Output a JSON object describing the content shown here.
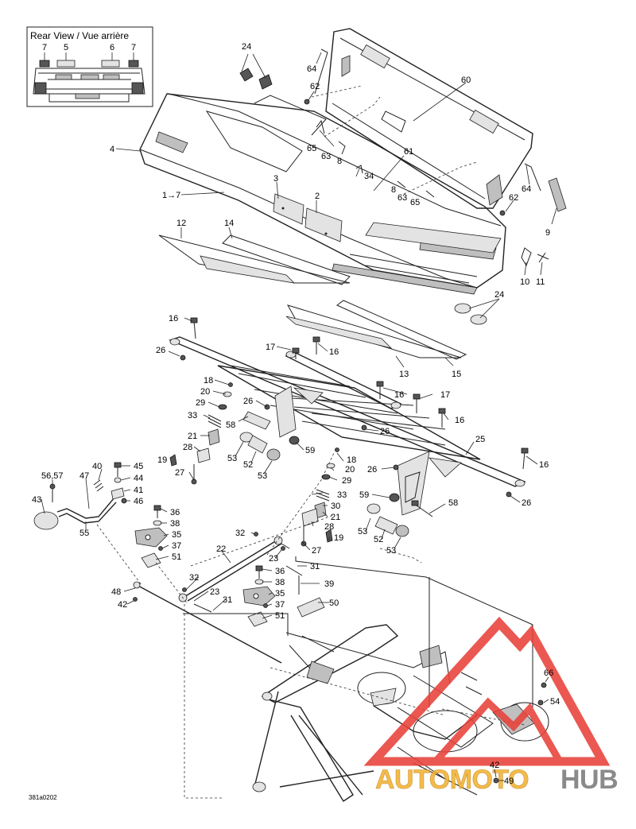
{
  "inset": {
    "caption": "Rear View / Vue arrière",
    "labels": [
      "7",
      "5",
      "6",
      "7"
    ]
  },
  "callouts": [
    {
      "id": "c24a",
      "text": "24"
    },
    {
      "id": "c64a",
      "text": "64"
    },
    {
      "id": "c60",
      "text": "60"
    },
    {
      "id": "c62a",
      "text": "62"
    },
    {
      "id": "c4",
      "text": "4"
    },
    {
      "id": "c65a",
      "text": "65"
    },
    {
      "id": "c63a",
      "text": "63"
    },
    {
      "id": "c8a",
      "text": "8"
    },
    {
      "id": "c61",
      "text": "61"
    },
    {
      "id": "c34",
      "text": "34"
    },
    {
      "id": "c1to7",
      "text": "1→7"
    },
    {
      "id": "c3",
      "text": "3"
    },
    {
      "id": "c2",
      "text": "2"
    },
    {
      "id": "c8b",
      "text": "8"
    },
    {
      "id": "c63b",
      "text": "63"
    },
    {
      "id": "c65b",
      "text": "65"
    },
    {
      "id": "c64b",
      "text": "64"
    },
    {
      "id": "c62b",
      "text": "62"
    },
    {
      "id": "c9",
      "text": "9"
    },
    {
      "id": "c12",
      "text": "12"
    },
    {
      "id": "c14",
      "text": "14"
    },
    {
      "id": "c10",
      "text": "10"
    },
    {
      "id": "c11",
      "text": "11"
    },
    {
      "id": "c24b",
      "text": "24"
    },
    {
      "id": "c16a",
      "text": "16"
    },
    {
      "id": "c26a",
      "text": "26"
    },
    {
      "id": "c17a",
      "text": "17"
    },
    {
      "id": "c16b",
      "text": "16"
    },
    {
      "id": "c13",
      "text": "13"
    },
    {
      "id": "c15",
      "text": "15"
    },
    {
      "id": "c18a",
      "text": "18"
    },
    {
      "id": "c20a",
      "text": "20"
    },
    {
      "id": "c29a",
      "text": "29"
    },
    {
      "id": "c26b",
      "text": "26"
    },
    {
      "id": "c16c",
      "text": "16"
    },
    {
      "id": "c17b",
      "text": "17"
    },
    {
      "id": "c33a",
      "text": "33"
    },
    {
      "id": "c58a",
      "text": "58"
    },
    {
      "id": "c16d",
      "text": "16"
    },
    {
      "id": "c21a",
      "text": "21"
    },
    {
      "id": "c26c",
      "text": "26"
    },
    {
      "id": "c25",
      "text": "25"
    },
    {
      "id": "c28a",
      "text": "28"
    },
    {
      "id": "c59a",
      "text": "59"
    },
    {
      "id": "c53a",
      "text": "53"
    },
    {
      "id": "c52a",
      "text": "52"
    },
    {
      "id": "c18b",
      "text": "18"
    },
    {
      "id": "c19a",
      "text": "19"
    },
    {
      "id": "c53b",
      "text": "53"
    },
    {
      "id": "c20b",
      "text": "20"
    },
    {
      "id": "c16e",
      "text": "16"
    },
    {
      "id": "c27a",
      "text": "27"
    },
    {
      "id": "c26d",
      "text": "26"
    },
    {
      "id": "c29b",
      "text": "29"
    },
    {
      "id": "c40",
      "text": "40"
    },
    {
      "id": "c45",
      "text": "45"
    },
    {
      "id": "c5657",
      "text": "56,57"
    },
    {
      "id": "c47",
      "text": "47"
    },
    {
      "id": "c44",
      "text": "44"
    },
    {
      "id": "c41",
      "text": "41"
    },
    {
      "id": "c33b",
      "text": "33"
    },
    {
      "id": "c43",
      "text": "43"
    },
    {
      "id": "c46",
      "text": "46"
    },
    {
      "id": "c30",
      "text": "30"
    },
    {
      "id": "c59b",
      "text": "59"
    },
    {
      "id": "c58b",
      "text": "58"
    },
    {
      "id": "c26e",
      "text": "26"
    },
    {
      "id": "c36a",
      "text": "36"
    },
    {
      "id": "c21b",
      "text": "21"
    },
    {
      "id": "c38a",
      "text": "38"
    },
    {
      "id": "c53c",
      "text": "53"
    },
    {
      "id": "c55",
      "text": "55"
    },
    {
      "id": "c35a",
      "text": "35"
    },
    {
      "id": "c32a",
      "text": "32"
    },
    {
      "id": "c28b",
      "text": "28"
    },
    {
      "id": "c19b",
      "text": "19"
    },
    {
      "id": "c52b",
      "text": "52"
    },
    {
      "id": "c37a",
      "text": "37"
    },
    {
      "id": "c53d",
      "text": "53"
    },
    {
      "id": "c22",
      "text": "22"
    },
    {
      "id": "c27b",
      "text": "27"
    },
    {
      "id": "c51a",
      "text": "51"
    },
    {
      "id": "c23a",
      "text": "23"
    },
    {
      "id": "c31a",
      "text": "31"
    },
    {
      "id": "c36b",
      "text": "36"
    },
    {
      "id": "c32b",
      "text": "32"
    },
    {
      "id": "c38b",
      "text": "38"
    },
    {
      "id": "c39",
      "text": "39"
    },
    {
      "id": "c48",
      "text": "48"
    },
    {
      "id": "c23b",
      "text": "23"
    },
    {
      "id": "c35b",
      "text": "35"
    },
    {
      "id": "c31b",
      "text": "31"
    },
    {
      "id": "c50",
      "text": "50"
    },
    {
      "id": "c42a",
      "text": "42"
    },
    {
      "id": "c37b",
      "text": "37"
    },
    {
      "id": "c51b",
      "text": "51"
    },
    {
      "id": "c66",
      "text": "66"
    },
    {
      "id": "c54",
      "text": "54"
    },
    {
      "id": "c42b",
      "text": "42"
    },
    {
      "id": "c49",
      "text": "49"
    }
  ],
  "drawing_code": "381a0202",
  "watermark": {
    "text_a": "AUTOMOTO",
    "text_b": "HUB",
    "color_red": "#e8413a",
    "color_gold": "#f2b233",
    "color_gray": "#7a7a7a"
  }
}
